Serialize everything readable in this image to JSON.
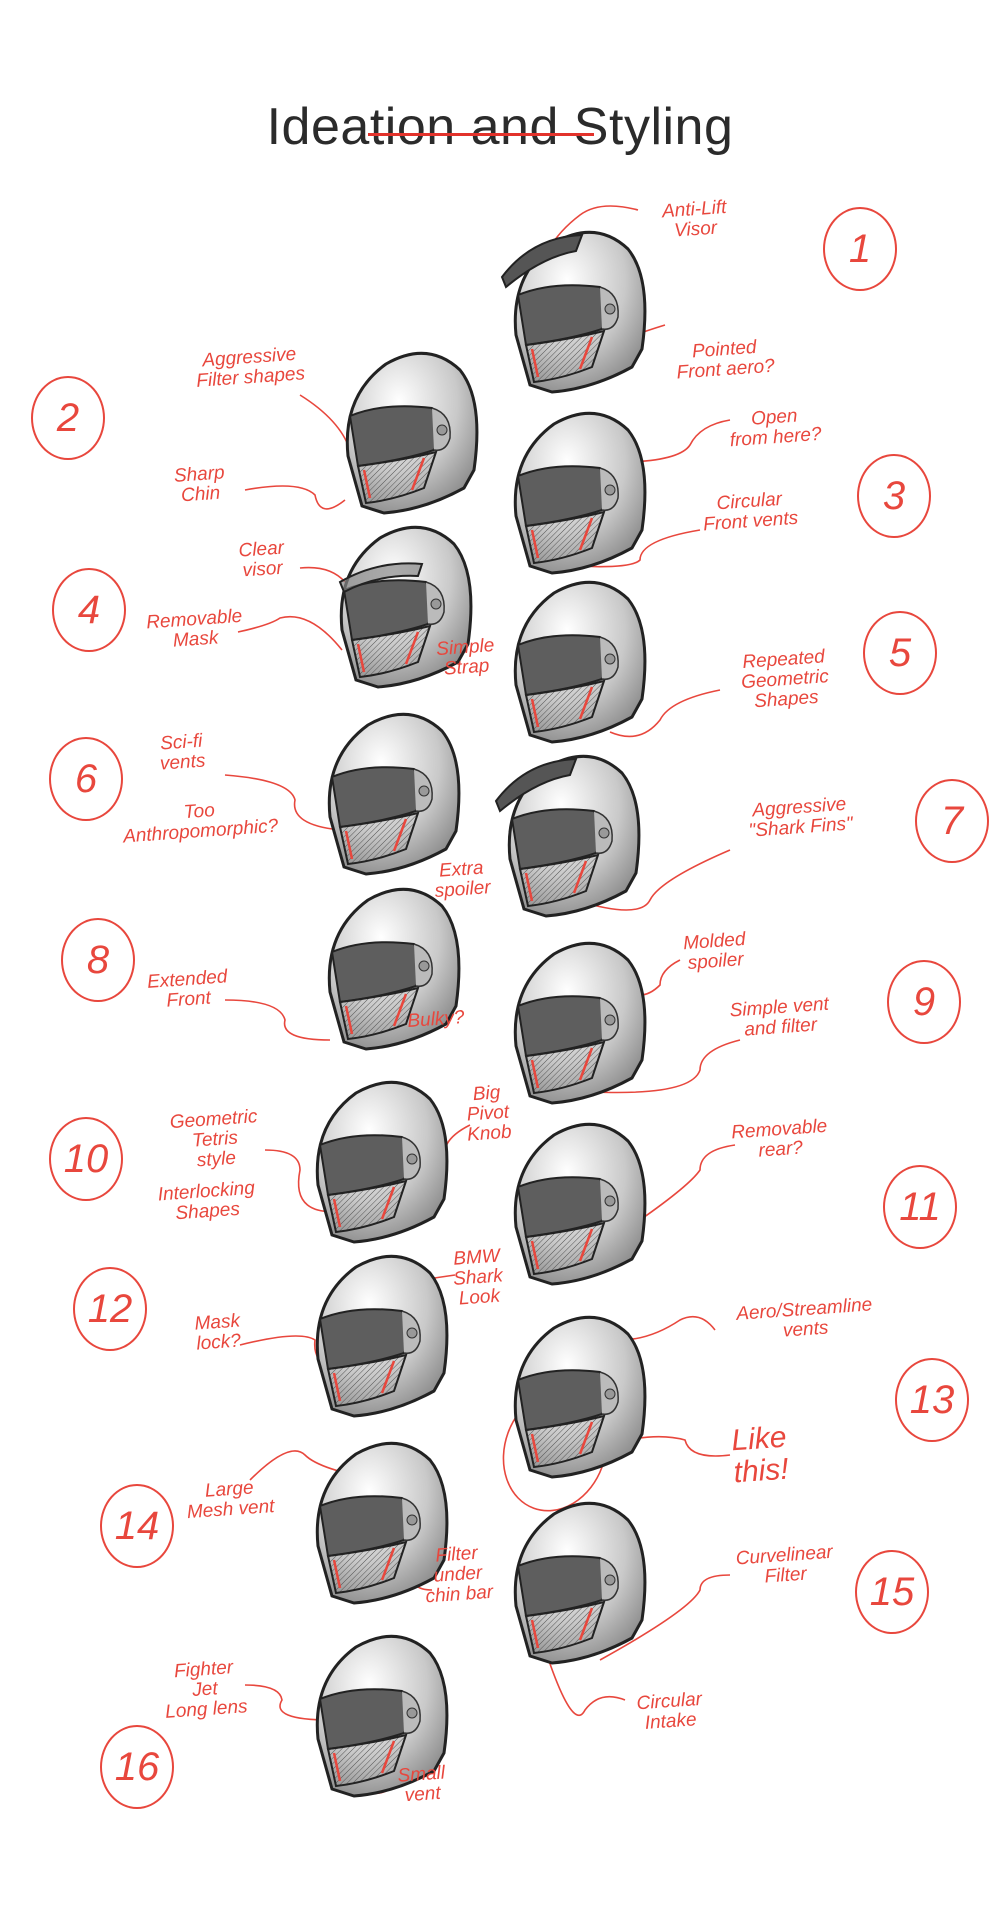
{
  "title": "Ideation and Styling",
  "colors": {
    "accent": "#e8473d",
    "title": "#2b2b2b",
    "underline": "#e2322b"
  },
  "concepts": [
    {
      "number": "1",
      "notes": [
        "Anti-Lift\nVisor",
        "Pointed\nFront  aero?"
      ]
    },
    {
      "number": "2",
      "notes": [
        "Aggressive\nFilter shapes",
        "Sharp\nChin"
      ]
    },
    {
      "number": "3",
      "notes": [
        "Open\nfrom here?",
        "Circular\nFront vents"
      ]
    },
    {
      "number": "4",
      "notes": [
        "Clear\nvisor",
        "Removable\nMask",
        "Simple\nStrap"
      ]
    },
    {
      "number": "5",
      "notes": [
        "Repeated\nGeometric\nShapes"
      ]
    },
    {
      "number": "6",
      "notes": [
        "Sci-fi\nvents",
        "Too\nAnthropomorphic?"
      ]
    },
    {
      "number": "7",
      "notes": [
        "Aggressive\n\"Shark Fins\""
      ]
    },
    {
      "number": "8",
      "notes": [
        "Extra\nspoiler",
        "Extended\nFront",
        "Bulky?"
      ]
    },
    {
      "number": "9",
      "notes": [
        "Molded\nspoiler",
        "Simple vent\nand filter"
      ]
    },
    {
      "number": "10",
      "notes": [
        "Geometric\nTetris\nstyle",
        "Interlocking\nShapes",
        "Big\nPivot\nKnob"
      ]
    },
    {
      "number": "11",
      "notes": [
        "Removable\nrear?"
      ]
    },
    {
      "number": "12",
      "notes": [
        "BMW\nShark\nLook",
        "Mask\nlock?"
      ]
    },
    {
      "number": "13",
      "notes": [
        "Aero/Streamline\nvents",
        "Like\nthis!"
      ]
    },
    {
      "number": "14",
      "notes": [
        "Large\nMesh vent",
        "Filter\nunder\nchin bar"
      ]
    },
    {
      "number": "15",
      "notes": [
        "Curvelinear\nFilter",
        "Circular\nIntake"
      ]
    },
    {
      "number": "16",
      "notes": [
        "Fighter\nJet\nLong lens",
        "Small\nvent"
      ]
    }
  ]
}
